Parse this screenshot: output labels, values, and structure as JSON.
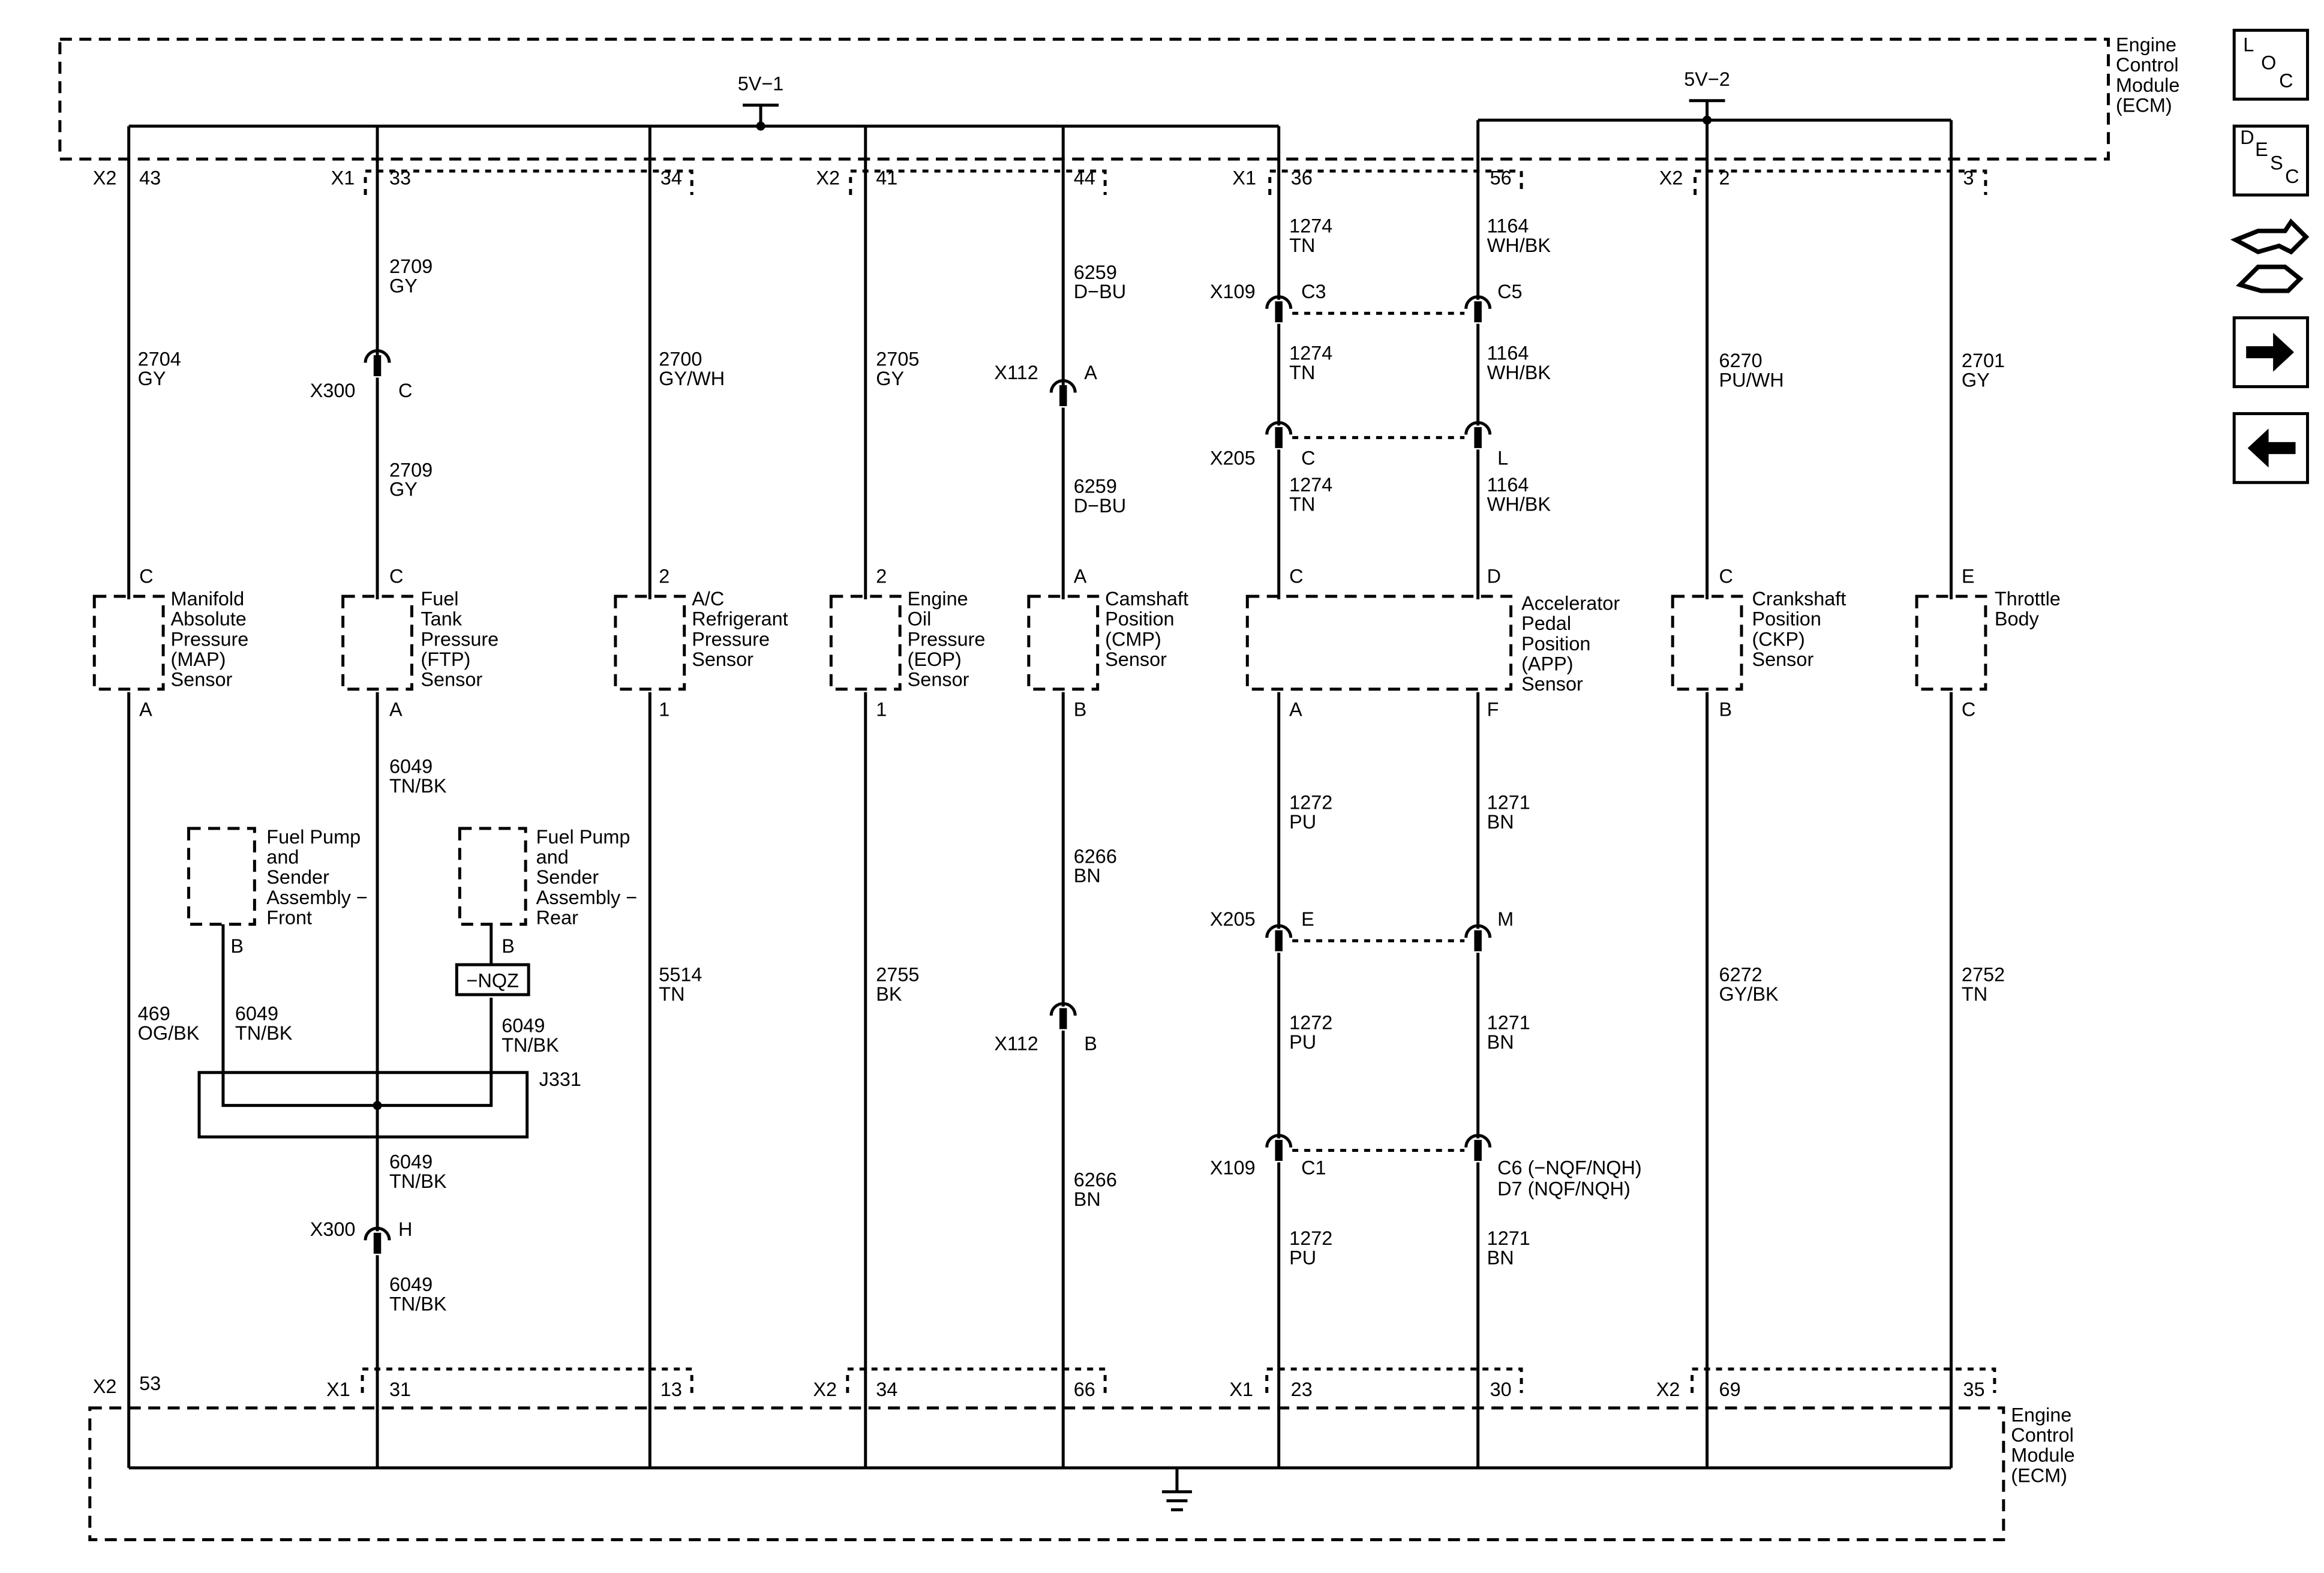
{
  "diagram": {
    "ecm_label": [
      "Engine",
      "Control",
      "Module",
      "(ECM)"
    ],
    "supply_5v1": "5V−1",
    "supply_5v2": "5V−2",
    "wires": [
      {
        "top_pin": "43",
        "bottom_pin": "53",
        "top_circuit": "2704",
        "top_color": "GY",
        "bottom_circuit": "469",
        "bottom_color": "OG/BK"
      },
      {
        "top_pin": "33",
        "bottom_pin": "31",
        "upper_circuit": "2709",
        "upper_color": "GY",
        "mid_circuit": "2709",
        "mid_color": "GY",
        "low1_circuit": "6049",
        "low1_color": "TN/BK",
        "low2_circuit": "6049",
        "low2_color": "TN/BK",
        "low3_circuit": "6049",
        "low3_color": "TN/BK"
      },
      {
        "top_pin": "34",
        "bottom_pin": "13",
        "top_circuit": "2700",
        "top_color": "GY/WH",
        "bottom_circuit": "5514",
        "bottom_color": "TN"
      },
      {
        "top_pin": "41",
        "bottom_pin": "34",
        "top_circuit": "2705",
        "top_color": "GY",
        "bottom_circuit": "2755",
        "bottom_color": "BK"
      },
      {
        "top_pin": "44",
        "bottom_pin": "66",
        "c1": "6259",
        "k1": "D−BU",
        "c2": "6259",
        "k2": "D−BU",
        "c3": "6266",
        "k3": "BN",
        "c4": "6266",
        "k4": "BN"
      },
      {
        "top_pin": "36",
        "bottom_pin": "23",
        "c1": "1274",
        "k1": "TN",
        "c2": "1274",
        "k2": "TN",
        "c3": "1274",
        "k3": "TN",
        "c4": "1272",
        "k4": "PU",
        "c5": "1272",
        "k5": "PU",
        "c6": "1272",
        "k6": "PU"
      },
      {
        "top_pin": "56",
        "bottom_pin": "30",
        "c1": "1164",
        "k1": "WH/BK",
        "c2": "1164",
        "k2": "WH/BK",
        "c3": "1164",
        "k3": "WH/BK",
        "c4": "1271",
        "k4": "BN",
        "c5": "1271",
        "k5": "BN",
        "c6": "1271",
        "k6": "BN"
      },
      {
        "top_pin": "2",
        "bottom_pin": "69",
        "top_circuit": "6270",
        "top_color": "PU/WH",
        "bottom_circuit": "6272",
        "bottom_color": "GY/BK"
      },
      {
        "top_pin": "3",
        "bottom_pin": "35",
        "top_circuit": "2701",
        "top_color": "GY",
        "bottom_circuit": "2752",
        "bottom_color": "TN"
      }
    ],
    "connector_groups": {
      "top": [
        "X2",
        "X1",
        "X2",
        "X1",
        "X2"
      ],
      "bottom": [
        "X2",
        "X1",
        "X2",
        "X1",
        "X2"
      ]
    },
    "inline": {
      "x300": "X300",
      "x300_c": "C",
      "x300_h": "H",
      "x112": "X112",
      "x112_a": "A",
      "x112_b": "B",
      "x109": "X109",
      "x109_c3": "C3",
      "x109_c5": "C5",
      "x109_c1": "C1",
      "x109_c6": "C6 (−NQF/NQH)",
      "x109_d7": "D7 (NQF/NQH)",
      "x205": "X205",
      "x205_c": "C",
      "x205_l": "L",
      "x205_e": "E",
      "x205_m": "M"
    },
    "components": {
      "map": {
        "lines": [
          "Manifold",
          "Absolute",
          "Pressure",
          "(MAP)",
          "Sensor"
        ],
        "pin_top": "C",
        "pin_bottom": "A"
      },
      "ftp": {
        "lines": [
          "Fuel",
          "Tank",
          "Pressure",
          "(FTP)",
          "Sensor"
        ],
        "pin_top": "C",
        "pin_bottom": "A"
      },
      "acr": {
        "lines": [
          "A/C",
          "Refrigerant",
          "Pressure",
          "Sensor"
        ],
        "pin_top": "2",
        "pin_bottom": "1"
      },
      "eop": {
        "lines": [
          "Engine",
          "Oil",
          "Pressure",
          "(EOP)",
          "Sensor"
        ],
        "pin_top": "2",
        "pin_bottom": "1"
      },
      "cmp": {
        "lines": [
          "Camshaft",
          "Position",
          "(CMP)",
          "Sensor"
        ],
        "pin_top": "A",
        "pin_bottom": "B"
      },
      "app": {
        "lines": [
          "Accelerator",
          "Pedal",
          "Position",
          "(APP)",
          "Sensor"
        ],
        "pin_top_left": "C",
        "pin_top_right": "D",
        "pin_bottom_left": "A",
        "pin_bottom_right": "F"
      },
      "ckp": {
        "lines": [
          "Crankshaft",
          "Position",
          "(CKP)",
          "Sensor"
        ],
        "pin_top": "C",
        "pin_bottom": "B"
      },
      "tb": {
        "lines": [
          "Throttle",
          "Body"
        ],
        "pin_top": "E",
        "pin_bottom": "C"
      },
      "fp_front": {
        "lines": [
          "Fuel Pump",
          "and",
          "Sender",
          "Assembly −",
          "Front"
        ],
        "pin": "B"
      },
      "fp_rear": {
        "lines": [
          "Fuel Pump",
          "and",
          "Sender",
          "Assembly −",
          "Rear"
        ],
        "pin": "B"
      }
    },
    "option_tag": "−NQZ",
    "splice_label": "J331",
    "fp_front_circuit": "6049",
    "fp_front_color": "TN/BK",
    "fp_rear_circuit": "6049",
    "fp_rear_color": "TN/BK"
  },
  "nav": {
    "loc_icon": {
      "letters": [
        "L",
        "O",
        "C"
      ]
    },
    "desc_icon": {
      "letters": [
        "D",
        "E",
        "S",
        "C"
      ]
    },
    "icons": [
      "location-icon",
      "description-icon",
      "connector-icon",
      "next-arrow-icon",
      "previous-arrow-icon"
    ]
  }
}
